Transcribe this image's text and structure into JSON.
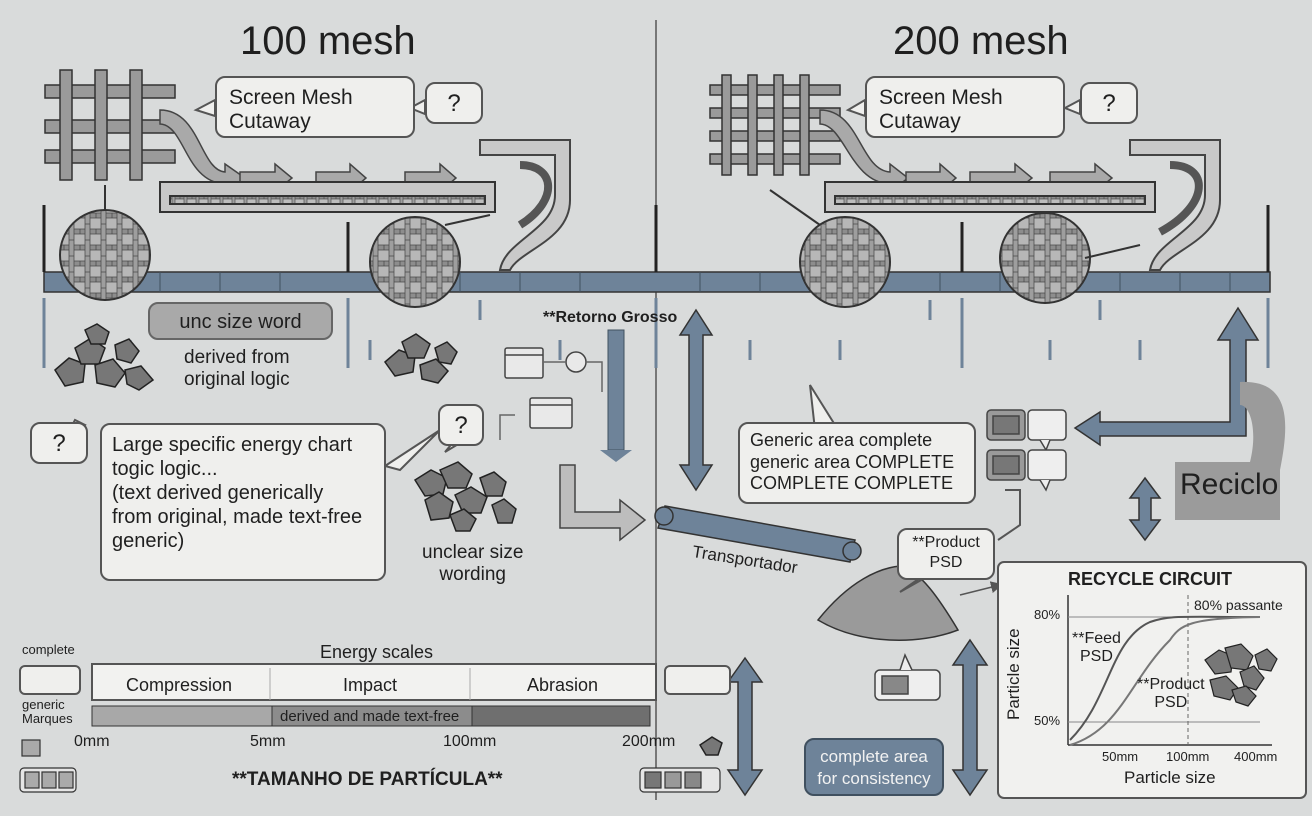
{
  "titles": {
    "left": "100 mesh",
    "right": "200 mesh"
  },
  "callouts": {
    "screen_mesh_left": "Screen Mesh\nCutaway",
    "screen_mesh_right": "Screen Mesh\nCutaway",
    "question_mark": "?",
    "unc_size_word": "unc size word",
    "derived_from": "derived from\noriginal logic",
    "large_specific": "Large specific energy chart\ntogic logic...\n(text derived generically\nfrom original, made text-free\ngeneric)",
    "unclear_size": "unclear size\nwording",
    "retorno": "**Retorno Grosso",
    "transportador": "Transportador",
    "generic_area": "Generic area complete\ngeneric area COMPLETE\nCOMPLETE COMPLETE",
    "reciclo": "Reciclo",
    "product_psd_top": "**Product\nPSD",
    "complete_area": "complete area\nfor consistency"
  },
  "energy_scale": {
    "complete": "complete",
    "title": "Energy scales",
    "generic_marques": "generic\nMarques",
    "categories": [
      "Compression",
      "Impact",
      "Abrasion"
    ],
    "bar_label": "derived and made text-free",
    "ticks": [
      "0mm",
      "5mm",
      "100mm",
      "200mm"
    ],
    "axis_title": "**TAMANHO DE PARTÍCULA**"
  },
  "recycle_chart": {
    "title": "RECYCLE CIRCUIT",
    "ylabel": "Particle size",
    "xlabel": "Particle size",
    "y_ticks": [
      "80%",
      "50%"
    ],
    "x_ticks": [
      "50mm",
      "100mm",
      "400mm"
    ],
    "passante": "80% passante",
    "feed": "**Feed\nPSD",
    "product": "**Product\nPSD"
  },
  "colors": {
    "background": "#d9dbdb",
    "conveyor": "#6e8399",
    "arrow_blue": "#5f7990",
    "grey": "#9a9a9a",
    "dark": "#333333"
  }
}
